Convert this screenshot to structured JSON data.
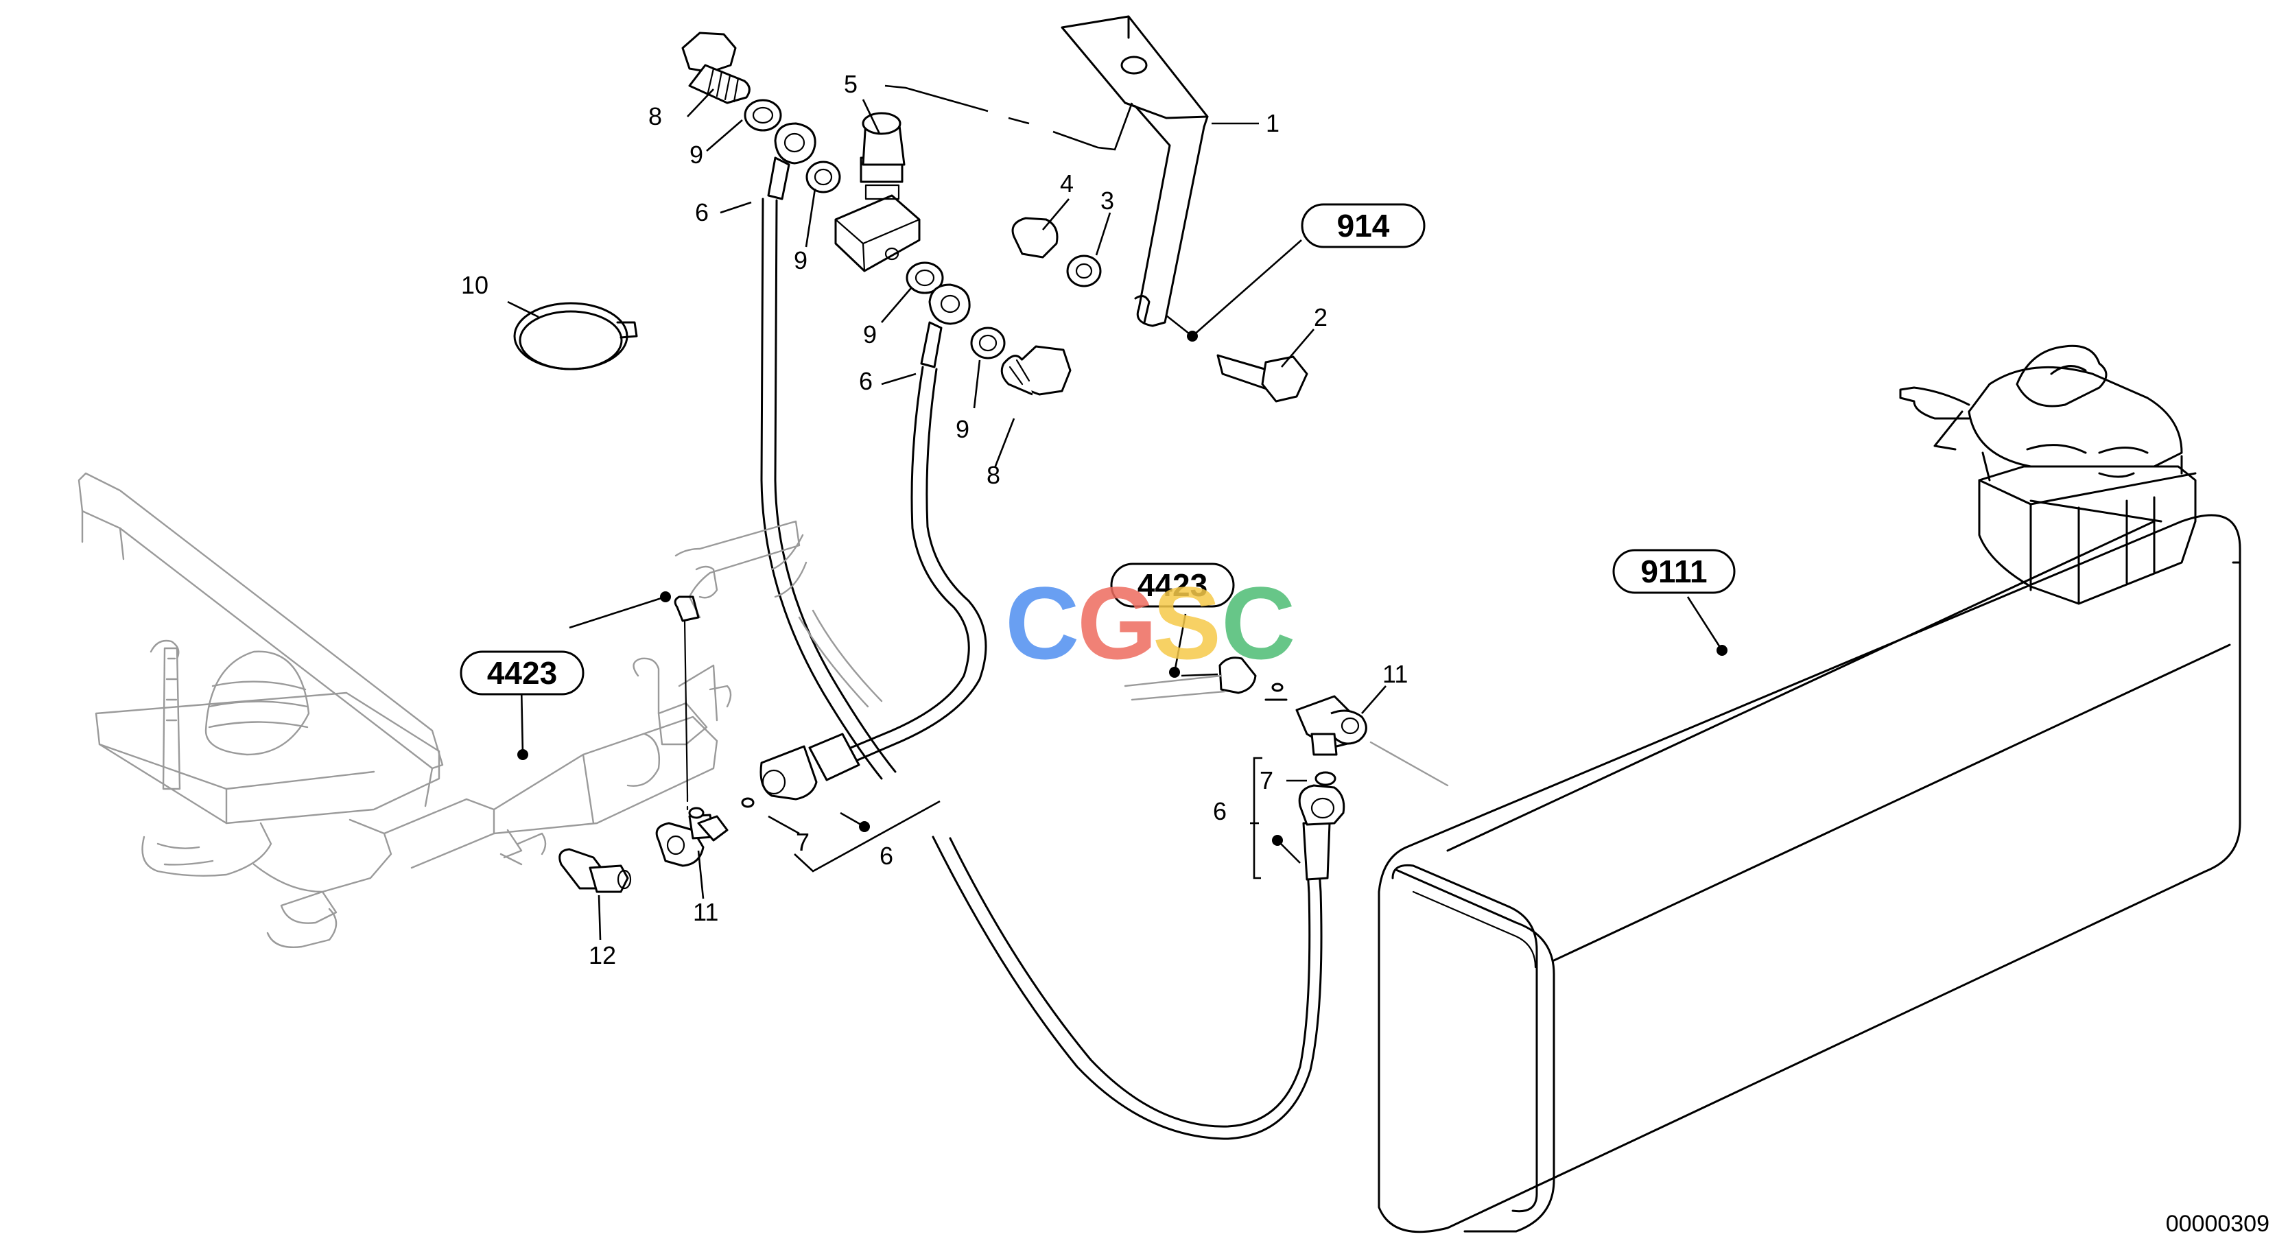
{
  "diagram": {
    "callouts": [
      "1",
      "2",
      "3",
      "4",
      "5",
      "6",
      "6",
      "6",
      "6",
      "7",
      "7",
      "8",
      "8",
      "9",
      "9",
      "9",
      "9",
      "10",
      "11",
      "11",
      "12"
    ],
    "references": {
      "bracket_ref": "914",
      "brake_ref_left": "4423",
      "brake_ref_right": "4423",
      "tank_ref": "9111"
    },
    "labels": {
      "c1": "1",
      "c2": "2",
      "c3": "3",
      "c4": "4",
      "c5": "5",
      "c6a": "6",
      "c6b": "6",
      "c6c": "6",
      "c6d": "6",
      "c7a": "7",
      "c7b": "7",
      "c8a": "8",
      "c8b": "8",
      "c9a": "9",
      "c9b": "9",
      "c9c": "9",
      "c9d": "9",
      "c10": "10",
      "c11a": "11",
      "c11b": "11",
      "c12": "12"
    },
    "watermark": {
      "letters": [
        "C",
        "G",
        "S",
        "C"
      ],
      "colors": [
        "#4f8ff0",
        "#ee6c5f",
        "#f6c94a",
        "#4dbd74"
      ]
    },
    "drawing_number": "00000309"
  }
}
